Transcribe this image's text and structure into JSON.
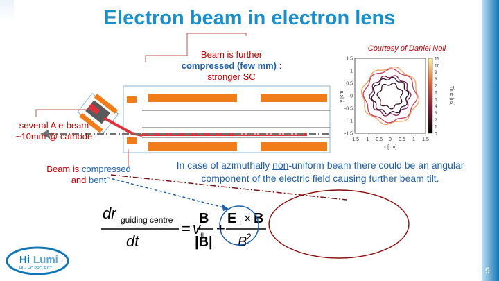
{
  "slide": {
    "title": "Electron beam in electron lens",
    "page_number": "9",
    "caption_compressed_top": {
      "line1": "Beam is further",
      "line2": "compressed (few mm)",
      "line2_suffix": " :",
      "line3": "stronger SC"
    },
    "caption_cathode": {
      "line1": "several A e-beam",
      "line2": "~10mm @ cathode"
    },
    "caption_bent": {
      "line1_prefix": "Beam is ",
      "line1_word": "compressed",
      "line2_prefix": "and ",
      "line2_word": "bent"
    },
    "courtesy": "Courtesy of Daniel Noll",
    "note": {
      "part1": "In case of azimuthally ",
      "underlined": "non",
      "part2": "-uniform beam there could be an angular component of the electric field causing further beam tilt."
    },
    "equation": {
      "lhs_num": "dr",
      "lhs_sub": "guiding centre",
      "lhs_den": "dt",
      "v": "v",
      "v_sub": "||",
      "B": "B",
      "abs_B": "|B|",
      "E": "E",
      "E_sub": "⊥",
      "cross": "×",
      "B2": "B",
      "sup2": "2",
      "equals": "=",
      "plus": "+"
    },
    "logo": {
      "name_hi": "Hi",
      "name_lumi": "Lumi",
      "sub": "HL-LHC PROJECT"
    },
    "plot": {
      "xlabel": "x [cm]",
      "ylabel": "y [cm]",
      "colorbar_label": "Time [ns]",
      "x_ticks": [
        "-1.5",
        "-1",
        "-0.5",
        "0",
        "0.5",
        "1",
        "1.5"
      ],
      "y_ticks": [
        "1.5",
        "1",
        "0.5",
        "0",
        "-0.5",
        "-1",
        "-1.5"
      ],
      "colorbar_ticks": [
        "11",
        "10",
        "9",
        "8",
        "7",
        "6",
        "5",
        "4",
        "3",
        "2",
        "1",
        "0"
      ]
    },
    "colors": {
      "title": "#1a8ec9",
      "caption_red": "#c00000",
      "caption_blue": "#1f5fa8",
      "magnet_orange": "#f07d1a",
      "beam_red": "#e0303a",
      "right_bar": "#0f75b5"
    }
  }
}
